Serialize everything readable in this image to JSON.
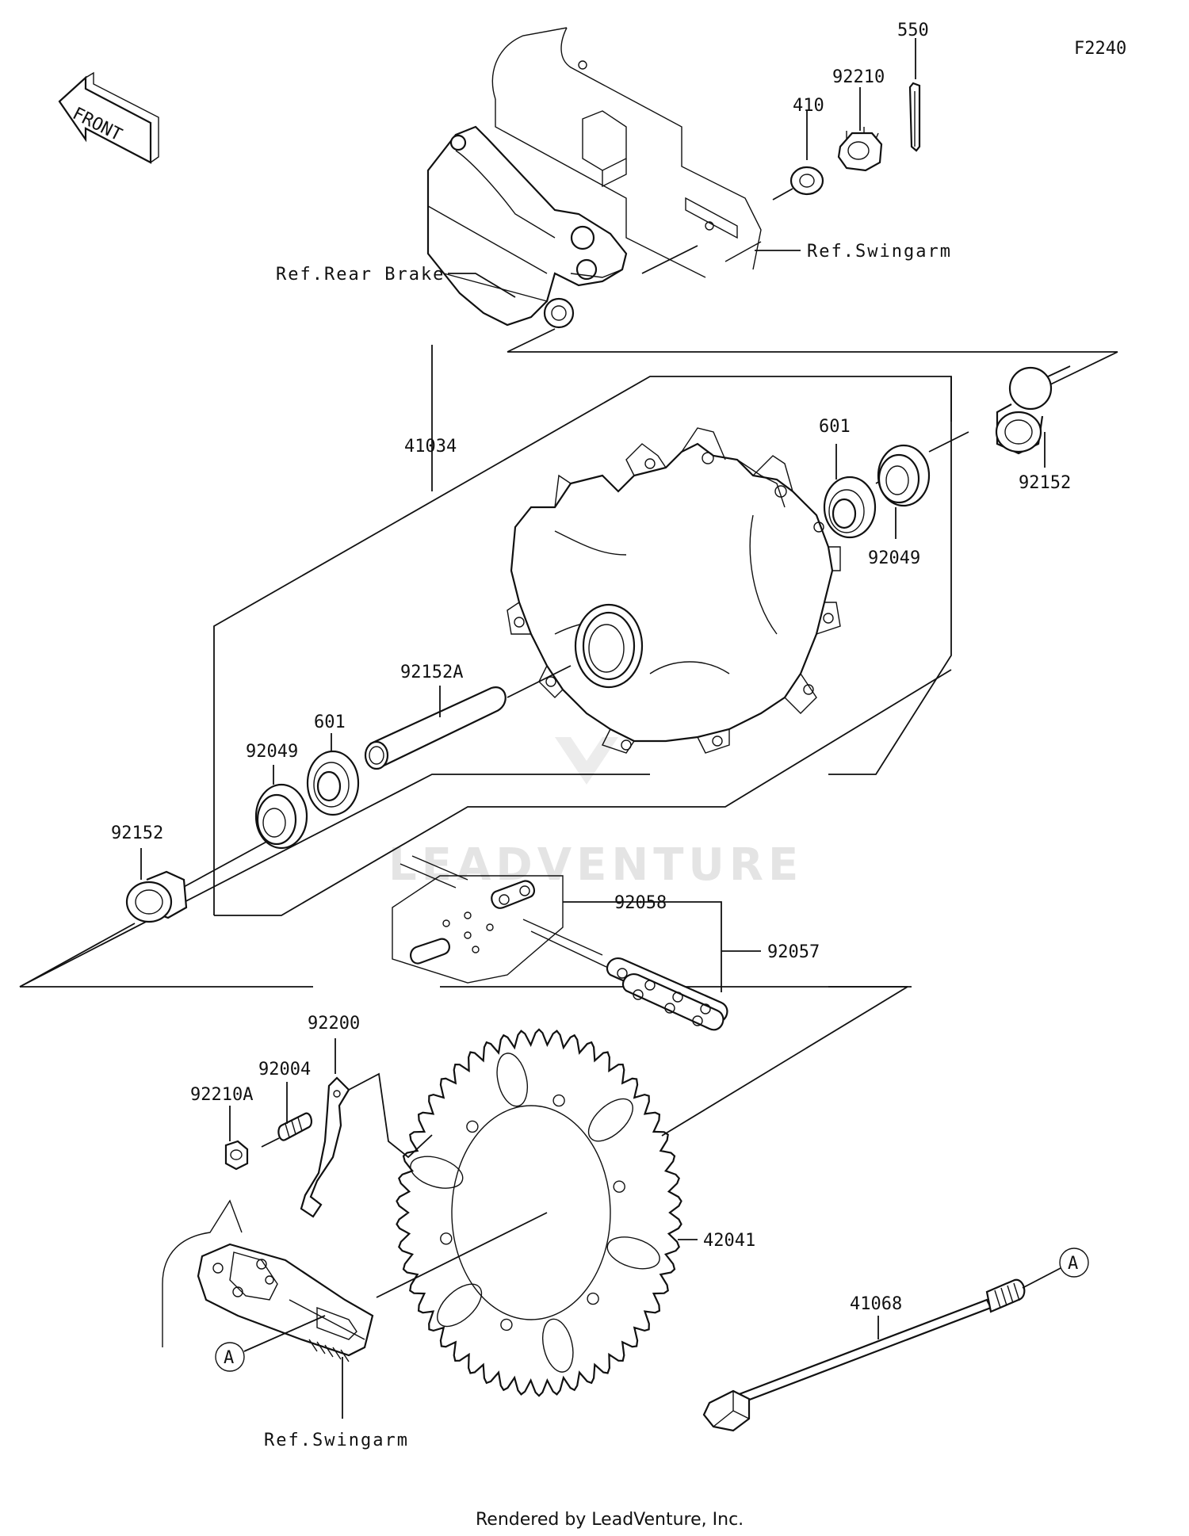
{
  "diagram": {
    "code": "F2240",
    "front_label": "FRONT",
    "watermark": "LEADVENTURE",
    "footer": "Rendered by LeadVenture, Inc.",
    "callout_a": "A",
    "labels": {
      "p550": "550",
      "p92210": "92210",
      "p410": "410",
      "ref_swingarm_top": "Ref.Swingarm",
      "ref_rear_brake": "Ref.Rear Brake",
      "p41034": "41034",
      "p601_right": "601",
      "p92049_right": "92049",
      "p92152_right": "92152",
      "p92152a": "92152A",
      "p601_left": "601",
      "p92049_left": "92049",
      "p92152_left": "92152",
      "p92058": "92058",
      "p92057": "92057",
      "p92200": "92200",
      "p92004": "92004",
      "p92210a": "92210A",
      "p42041": "42041",
      "p41068": "41068",
      "ref_swingarm_bottom": "Ref.Swingarm"
    }
  }
}
